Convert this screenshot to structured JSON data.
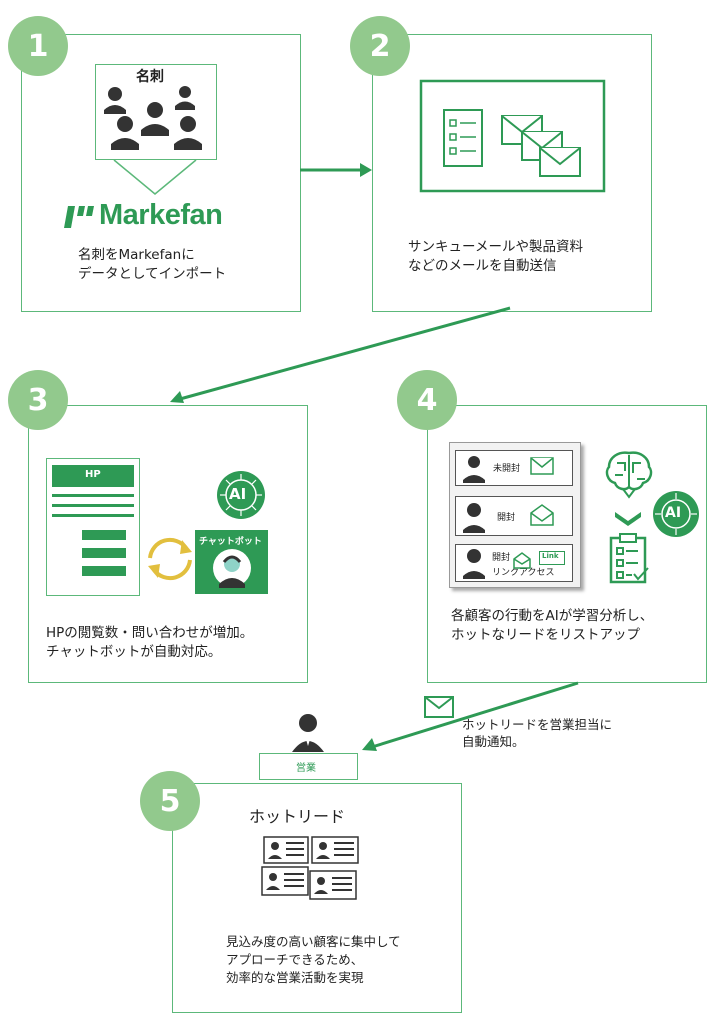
{
  "steps": [
    {
      "number": "1",
      "card_label": "名刺",
      "logo_text": "Markefan",
      "text": [
        "名刺をMarkefanに",
        "データとしてインポート"
      ]
    },
    {
      "number": "2",
      "text": [
        "サンキューメールや製品資料",
        "などのメールを自動送信"
      ]
    },
    {
      "number": "3",
      "hp_label": "HP",
      "chatbot_label": "チャットボット",
      "ai_label": "AI",
      "text": [
        "HPの閲覧数・問い合わせが増加。",
        "チャットボットが自動対応。"
      ]
    },
    {
      "number": "4",
      "statuses": [
        "未開封",
        "開封",
        "開封"
      ],
      "link_label": "Link",
      "link_access": "リンクアクセス",
      "ai_label": "AI",
      "text": [
        "各顧客の行動をAIが学習分析し、",
        "ホットなリードをリストアップ"
      ]
    },
    {
      "number": "5",
      "title": "ホットリード",
      "text": [
        "見込み度の高い顧客に集中して",
        "アプローチできるため、",
        "効率的な営業活動を実現"
      ]
    }
  ],
  "notify_text": [
    "ホットリードを営業担当に",
    "自動通知。"
  ],
  "sales_label": "営業",
  "colors": {
    "accent": "#2e9a55",
    "circle": "#92c98d",
    "border": "#5cb87a"
  }
}
